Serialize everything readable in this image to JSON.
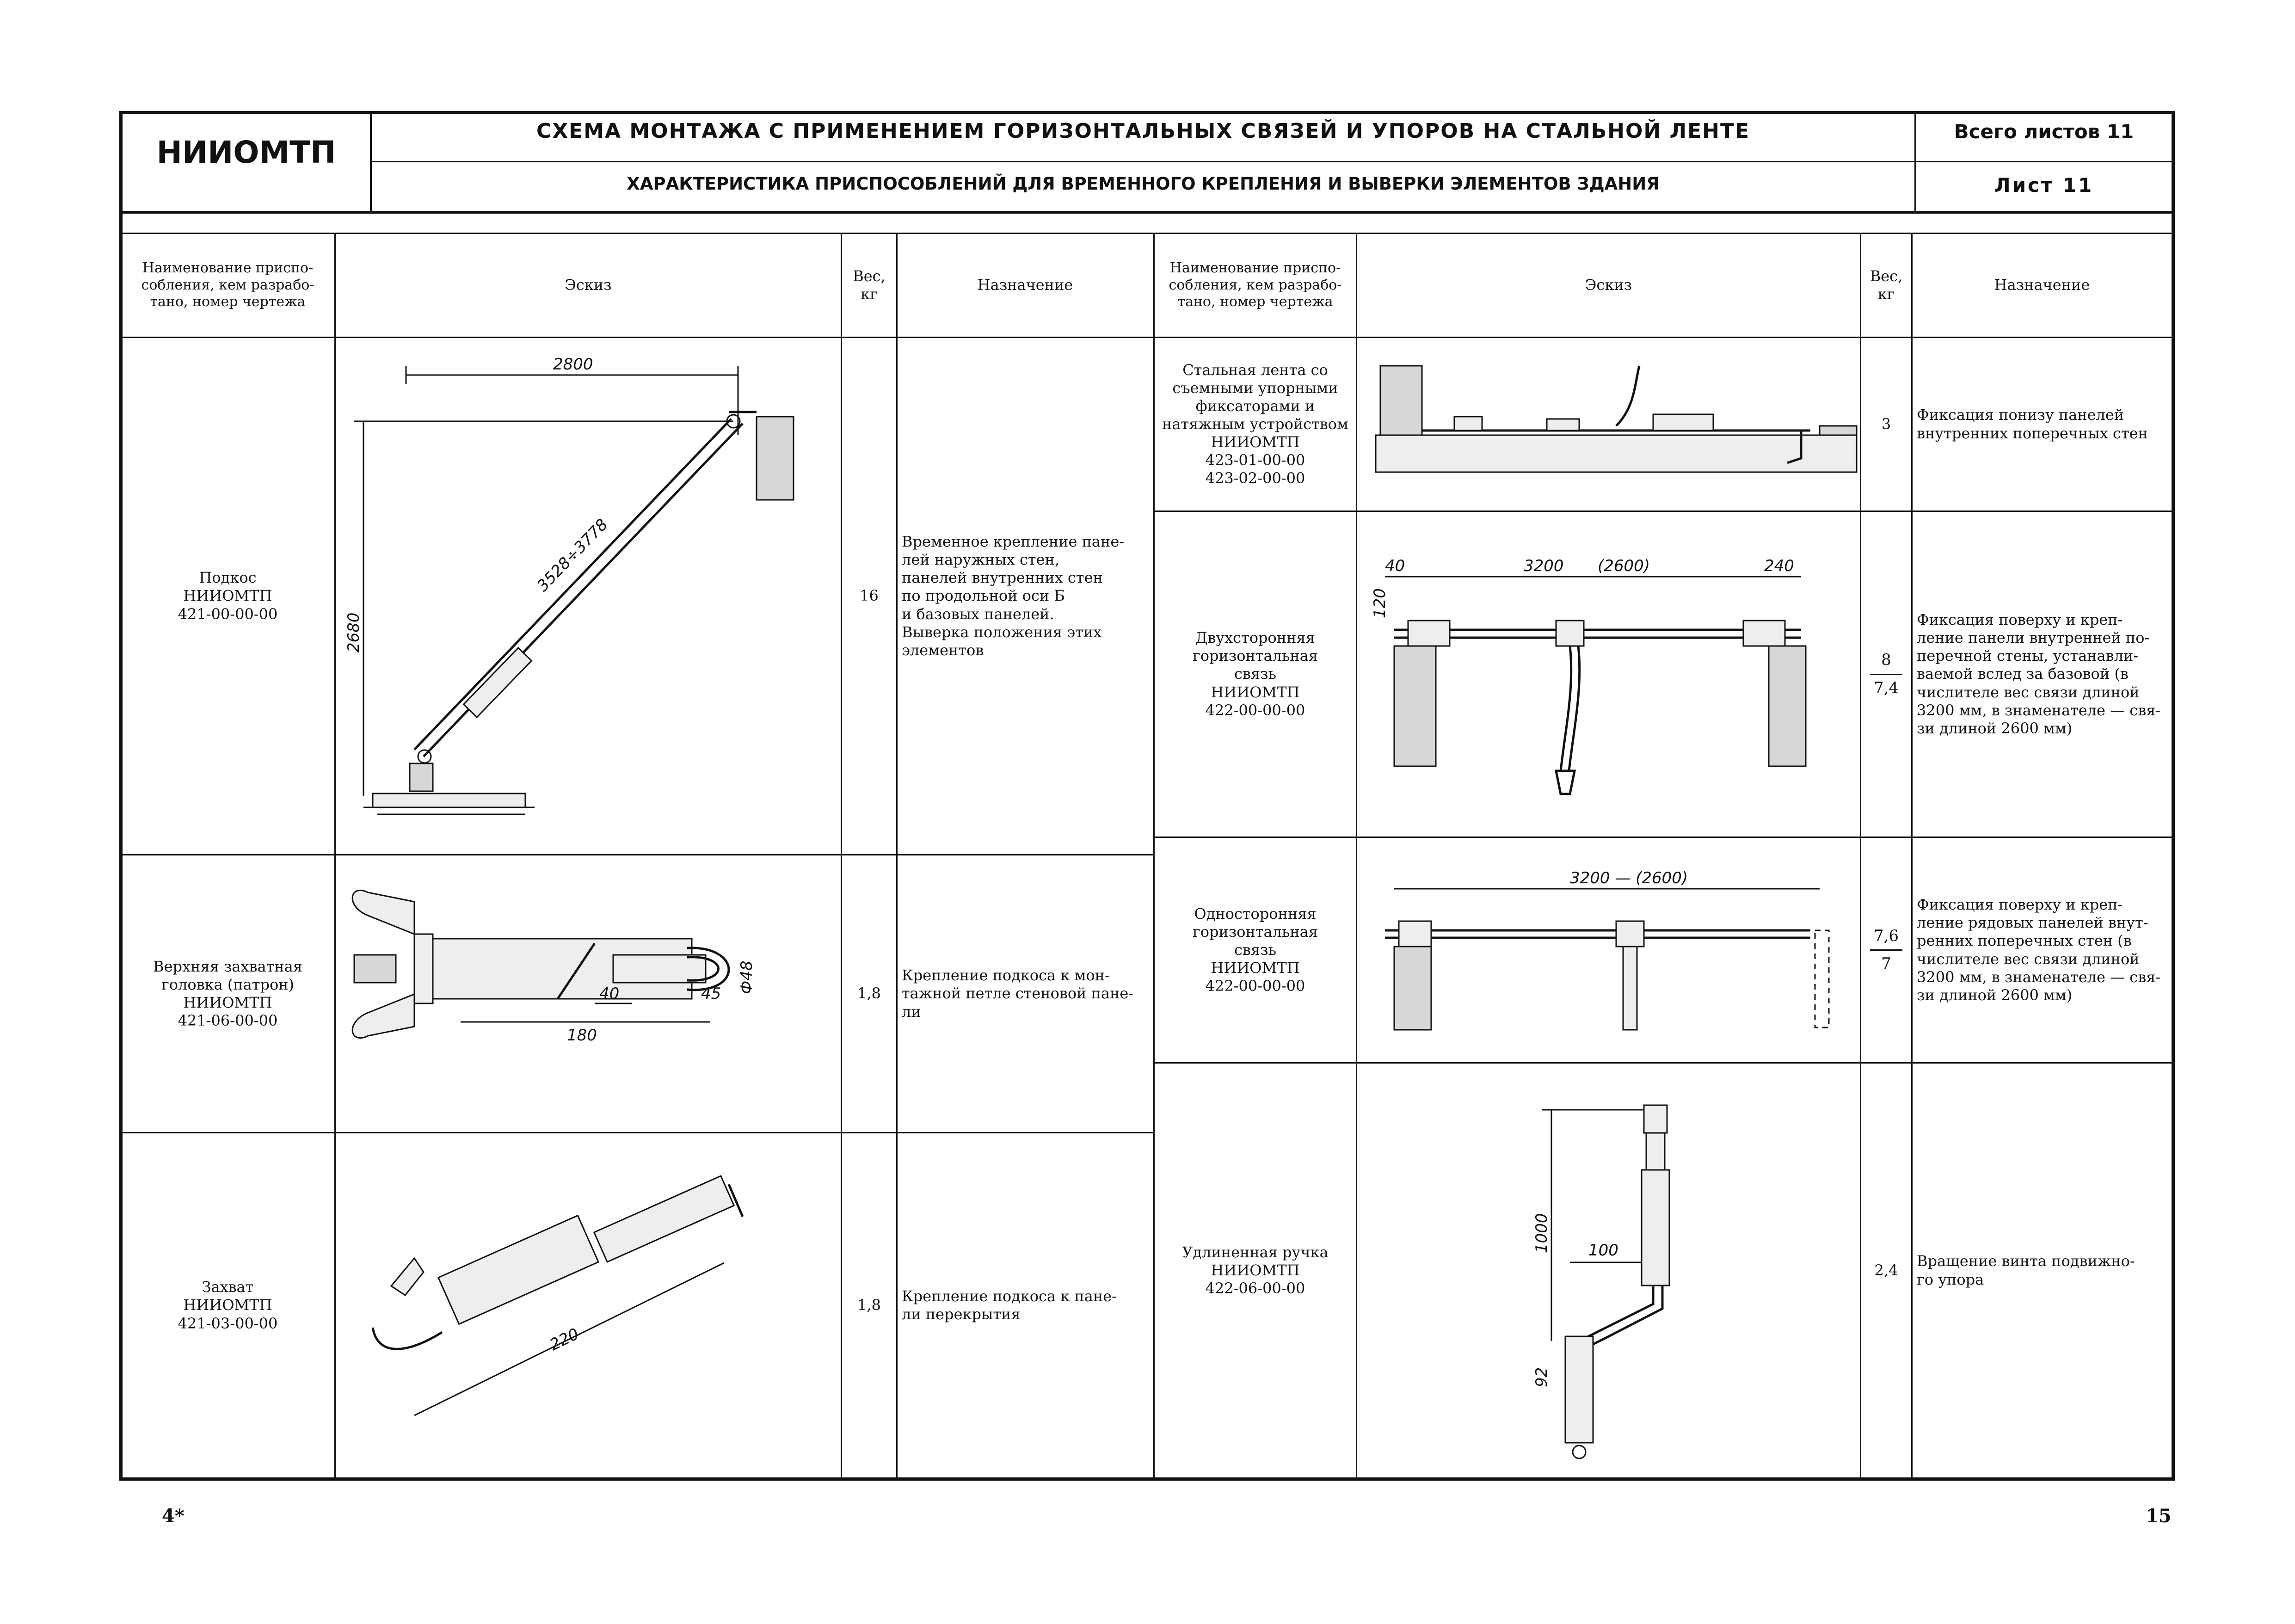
{
  "header": {
    "org": "НИИОМТП",
    "title": "СХЕМА МОНТАЖА С ПРИМЕНЕНИЕМ ГОРИЗОНТАЛЬНЫХ СВЯЗЕЙ И УПОРОВ НА СТАЛЬНОЙ ЛЕНТЕ",
    "subtitle": "ХАРАКТЕРИСТИКА ПРИСПОСОБЛЕНИЙ ДЛЯ ВРЕМЕННОГО КРЕПЛЕНИЯ И ВЫВЕРКИ ЭЛЕМЕНТОВ ЗДАНИЯ",
    "total_sheets": "Всего листов 11",
    "sheet": "Лист 11"
  },
  "columns": {
    "name": "Наименование приспо-\nсобления, кем разрабо-\nтано, номер чертежа",
    "sketch": "Эскиз",
    "weight": "Вес,\nкг",
    "purpose": "Назначение"
  },
  "left_rows": [
    {
      "name": "Подкос\nНИИОМТП\n421-00-00-00",
      "weight": "16",
      "purpose": "Временное крепление пане-\nлей наружных стен,\nпанелей внутренних стен\nпо продольной оси Б\nи базовых панелей.\nВыверка положения этих\nэлементов",
      "dims": [
        "2800",
        "2680",
        "3528÷3778"
      ]
    },
    {
      "name": "Верхняя захватная\nголовка (патрон)\nНИИОМТП\n421-06-00-00",
      "weight": "1,8",
      "purpose": "Крепление подкоса к мон-\nтажной петле стеновой пане-\nли",
      "dims": [
        "180",
        "40",
        "45",
        "Ф48"
      ]
    },
    {
      "name": "Захват\nНИИОМТП\n421-03-00-00",
      "weight": "1,8",
      "purpose": "Крепление подкоса к пане-\nли перекрытия",
      "dims": [
        "220"
      ]
    }
  ],
  "right_rows": [
    {
      "name": "Стальная лента со\nсъемными упорными\nфиксаторами и\nнатяжным устройством\nНИИОМТП\n423-01-00-00\n423-02-00-00",
      "weight": "3",
      "purpose": "Фиксация понизу панелей\nвнутренних поперечных стен"
    },
    {
      "name": "Двухсторонняя\nгоризонтальная\nсвязь\nНИИОМТП\n422-00-00-00",
      "weight_num": "8",
      "weight_den": "7,4",
      "purpose": "Фиксация поверху и креп-\nление панели внутренней по-\nперечной стены, устанавли-\nваемой вслед за базовой (в\nчислителе вес связи длиной\n3200 мм, в знаменателе — свя-\nзи длиной 2600 мм)",
      "dims": [
        "40",
        "3200",
        "(2600)",
        "240",
        "120"
      ]
    },
    {
      "name": "Односторонняя\nгоризонтальная\nсвязь\nНИИОМТП\n422-00-00-00",
      "weight_num": "7,6",
      "weight_den": "7",
      "purpose": "Фиксация поверху и креп-\nление рядовых панелей внут-\nренних поперечных стен (в\nчислителе вес связи длиной\n3200 мм, в знаменателе — свя-\nзи длиной 2600 мм)",
      "dims": [
        "3200 — (2600)"
      ]
    },
    {
      "name": "Удлиненная ручка\nНИИОМТП\n422-06-00-00",
      "weight": "2,4",
      "purpose": "Вращение винта подвижно-\nго упора",
      "dims": [
        "1000",
        "100",
        "92"
      ]
    }
  ],
  "footer": {
    "left": "4*",
    "right": "15"
  }
}
